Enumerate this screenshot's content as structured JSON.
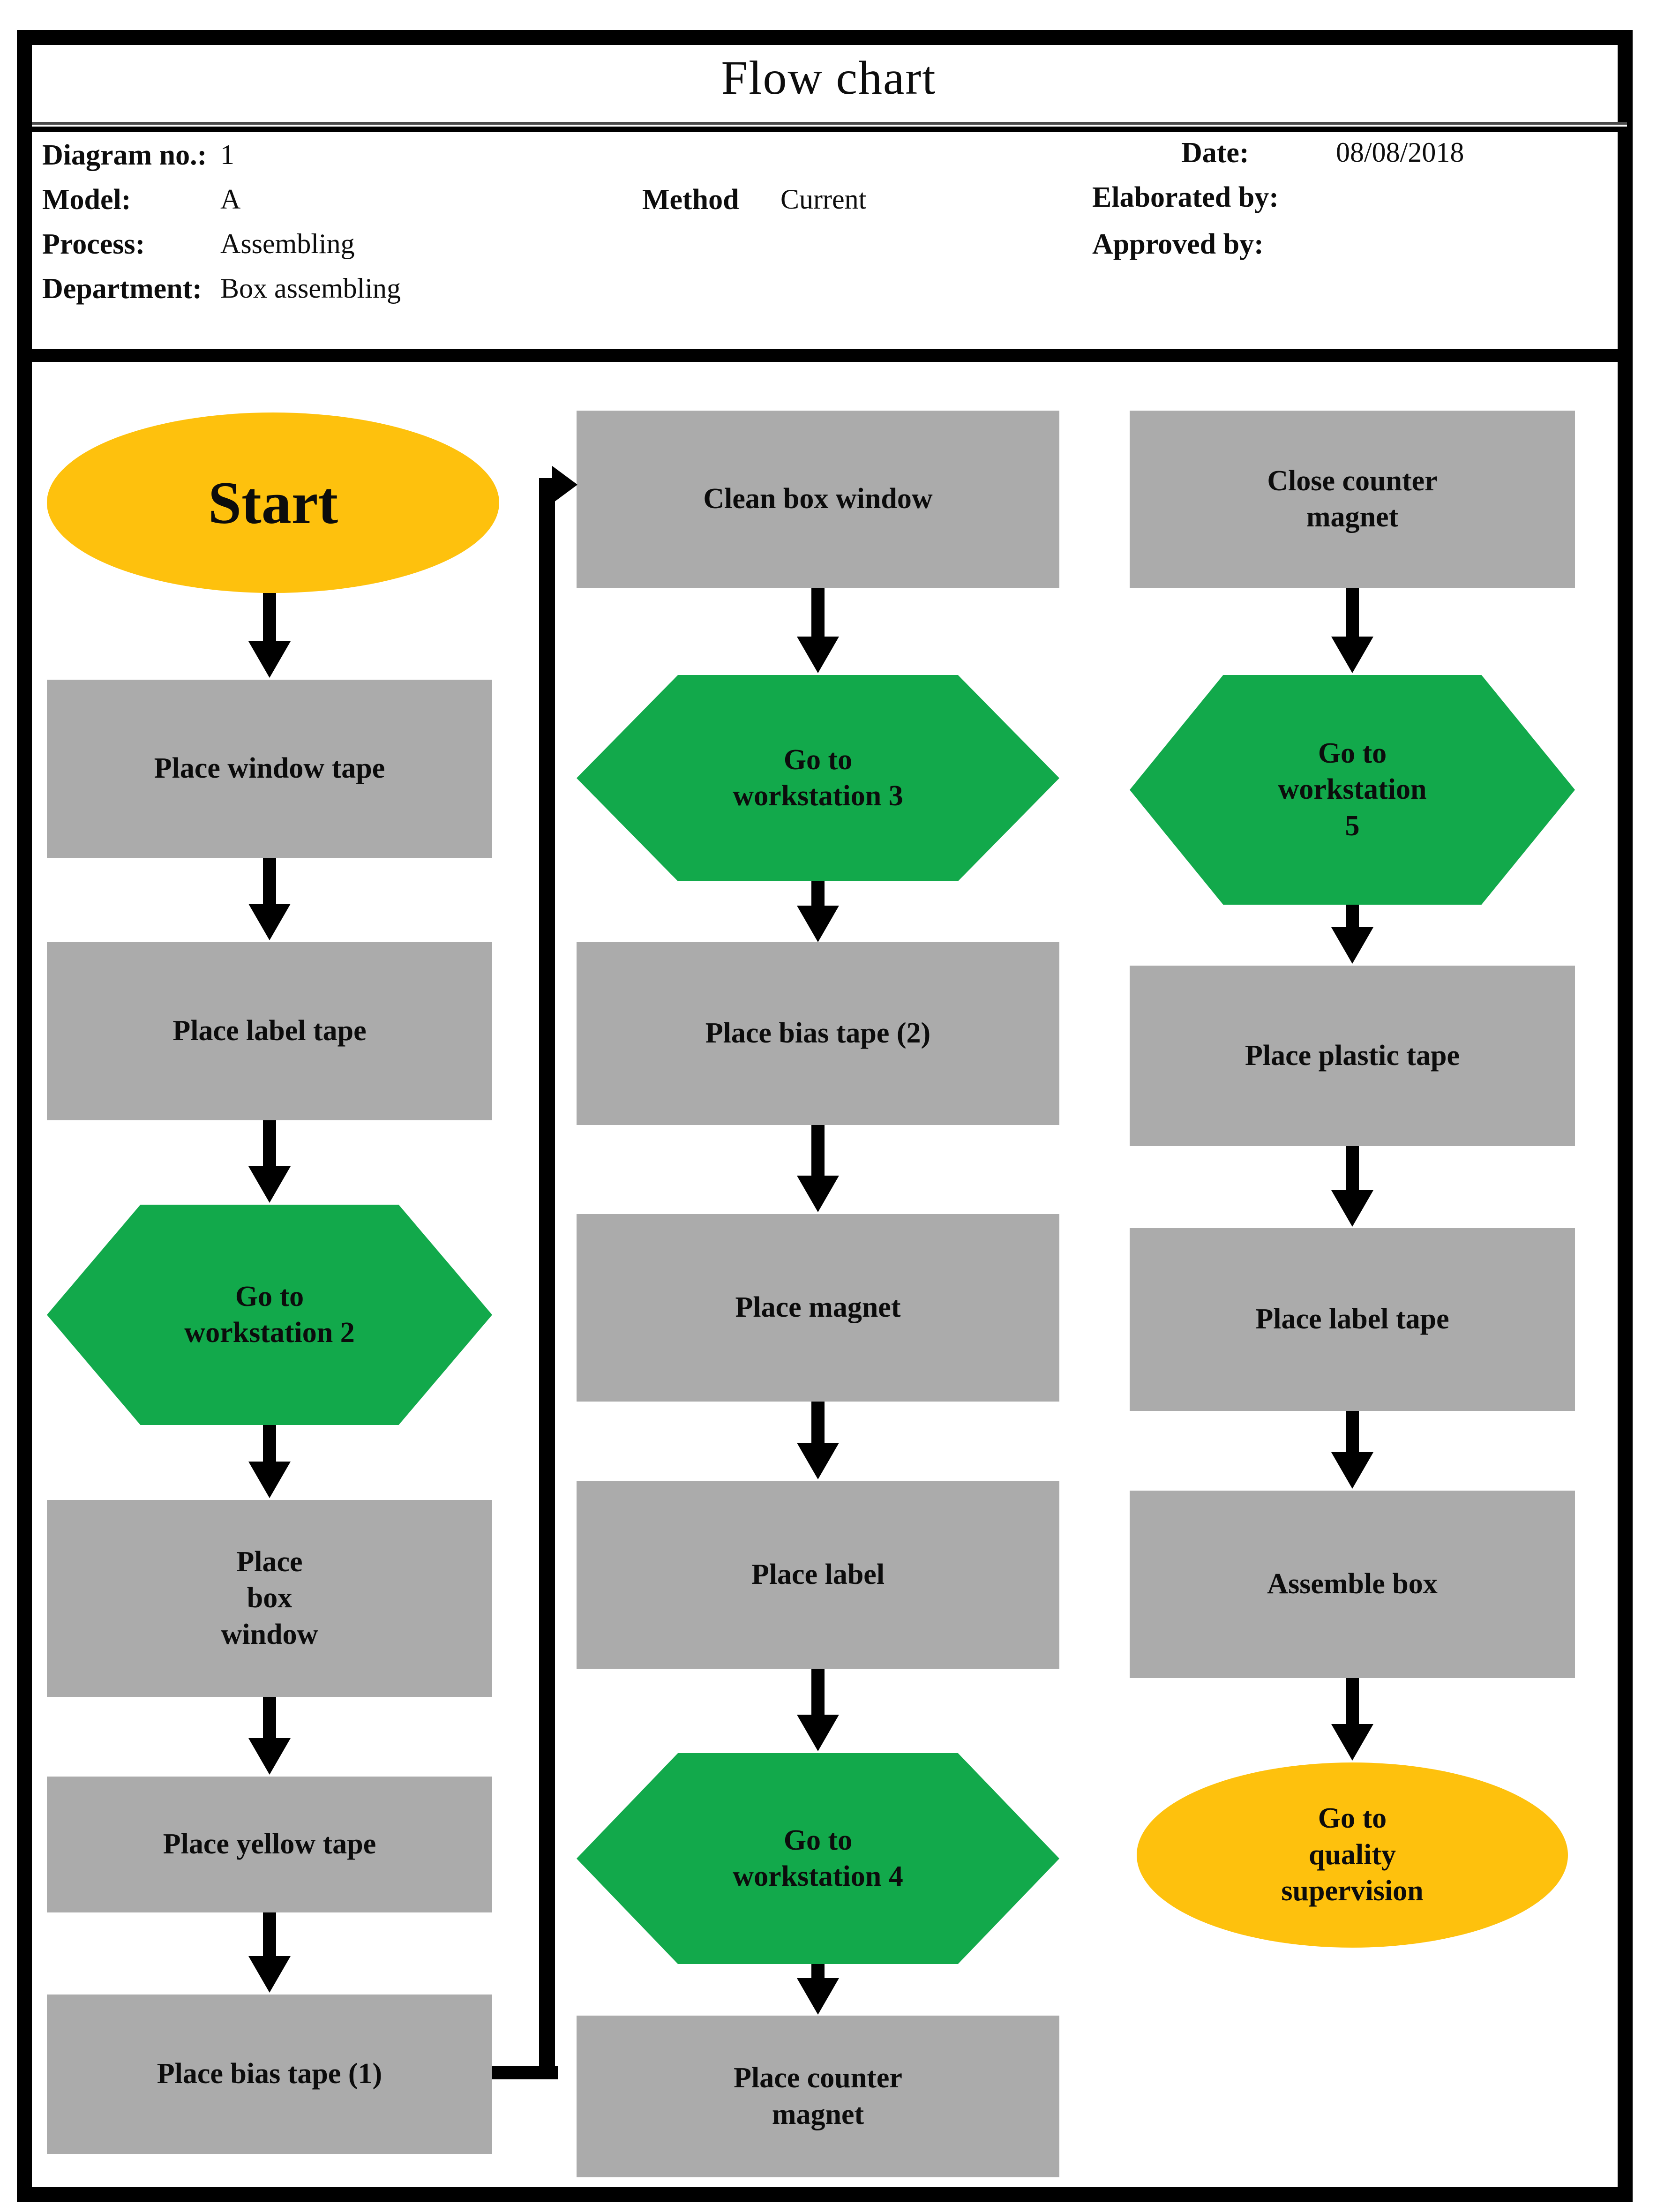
{
  "title": "Flow chart",
  "header": {
    "diagram_no": {
      "label": "Diagram no.:",
      "value": "1"
    },
    "model": {
      "label": "Model:",
      "value": "A"
    },
    "process": {
      "label": "Process:",
      "value": "Assembling"
    },
    "department": {
      "label": "Department:",
      "value": "Box assembling"
    },
    "method": {
      "label": "Method",
      "value": "Current"
    },
    "date": {
      "label": "Date:",
      "value": "08/08/2018"
    },
    "elaborated_by": {
      "label": "Elaborated by:",
      "value": ""
    },
    "approved_by": {
      "label": "Approved by:",
      "value": ""
    }
  },
  "colors": {
    "terminal_yellow": "#FEC10D",
    "transport_green": "#12A94B",
    "operation_gray": "#ABABAB",
    "connector_black": "#000000"
  },
  "flowchart": {
    "columns": [
      {
        "name": "column-1",
        "nodes": [
          {
            "id": "start",
            "shape": "ellipse",
            "type": "terminal",
            "text": "Start"
          },
          {
            "id": "place-window-tape",
            "shape": "rect",
            "type": "operation",
            "text": "Place window tape"
          },
          {
            "id": "place-label-tape-1",
            "shape": "rect",
            "type": "operation",
            "text": "Place label tape"
          },
          {
            "id": "go-to-workstation-2",
            "shape": "hexagon",
            "type": "transport",
            "text": "Go to\nworkstation 2"
          },
          {
            "id": "place-box-window",
            "shape": "rect",
            "type": "operation",
            "text": "Place\nbox\nwindow"
          },
          {
            "id": "place-yellow-tape",
            "shape": "rect",
            "type": "operation",
            "text": "Place yellow tape"
          },
          {
            "id": "place-bias-tape-1",
            "shape": "rect",
            "type": "operation",
            "text": "Place bias tape (1)"
          }
        ]
      },
      {
        "name": "column-2",
        "nodes": [
          {
            "id": "clean-box-window",
            "shape": "rect",
            "type": "operation",
            "text": "Clean box window"
          },
          {
            "id": "go-to-workstation-3",
            "shape": "hexagon",
            "type": "transport",
            "text": "Go to\nworkstation 3"
          },
          {
            "id": "place-bias-tape-2",
            "shape": "rect",
            "type": "operation",
            "text": "Place bias tape (2)"
          },
          {
            "id": "place-magnet",
            "shape": "rect",
            "type": "operation",
            "text": "Place magnet"
          },
          {
            "id": "place-label",
            "shape": "rect",
            "type": "operation",
            "text": "Place label"
          },
          {
            "id": "go-to-workstation-4",
            "shape": "hexagon",
            "type": "transport",
            "text": "Go to\nworkstation 4"
          },
          {
            "id": "place-counter-magnet",
            "shape": "rect",
            "type": "operation",
            "text": "Place counter\nmagnet"
          }
        ]
      },
      {
        "name": "column-3",
        "nodes": [
          {
            "id": "close-counter-magnet",
            "shape": "rect",
            "type": "operation",
            "text": "Close counter\nmagnet"
          },
          {
            "id": "go-to-workstation-5",
            "shape": "hexagon",
            "type": "transport",
            "text": "Go to\nworkstation\n5"
          },
          {
            "id": "place-plastic-tape",
            "shape": "rect",
            "type": "operation",
            "text": "Place plastic tape"
          },
          {
            "id": "place-label-tape-2",
            "shape": "rect",
            "type": "operation",
            "text": "Place label tape"
          },
          {
            "id": "assemble-box",
            "shape": "rect",
            "type": "operation",
            "text": "Assemble box"
          },
          {
            "id": "go-to-quality-supervision",
            "shape": "ellipse",
            "type": "terminal",
            "text": "Go to\nquality\nsupervision"
          }
        ]
      }
    ],
    "connector": {
      "from": "Place bias tape (1)",
      "to": "Clean box window",
      "style": "elbow-arrow"
    }
  }
}
